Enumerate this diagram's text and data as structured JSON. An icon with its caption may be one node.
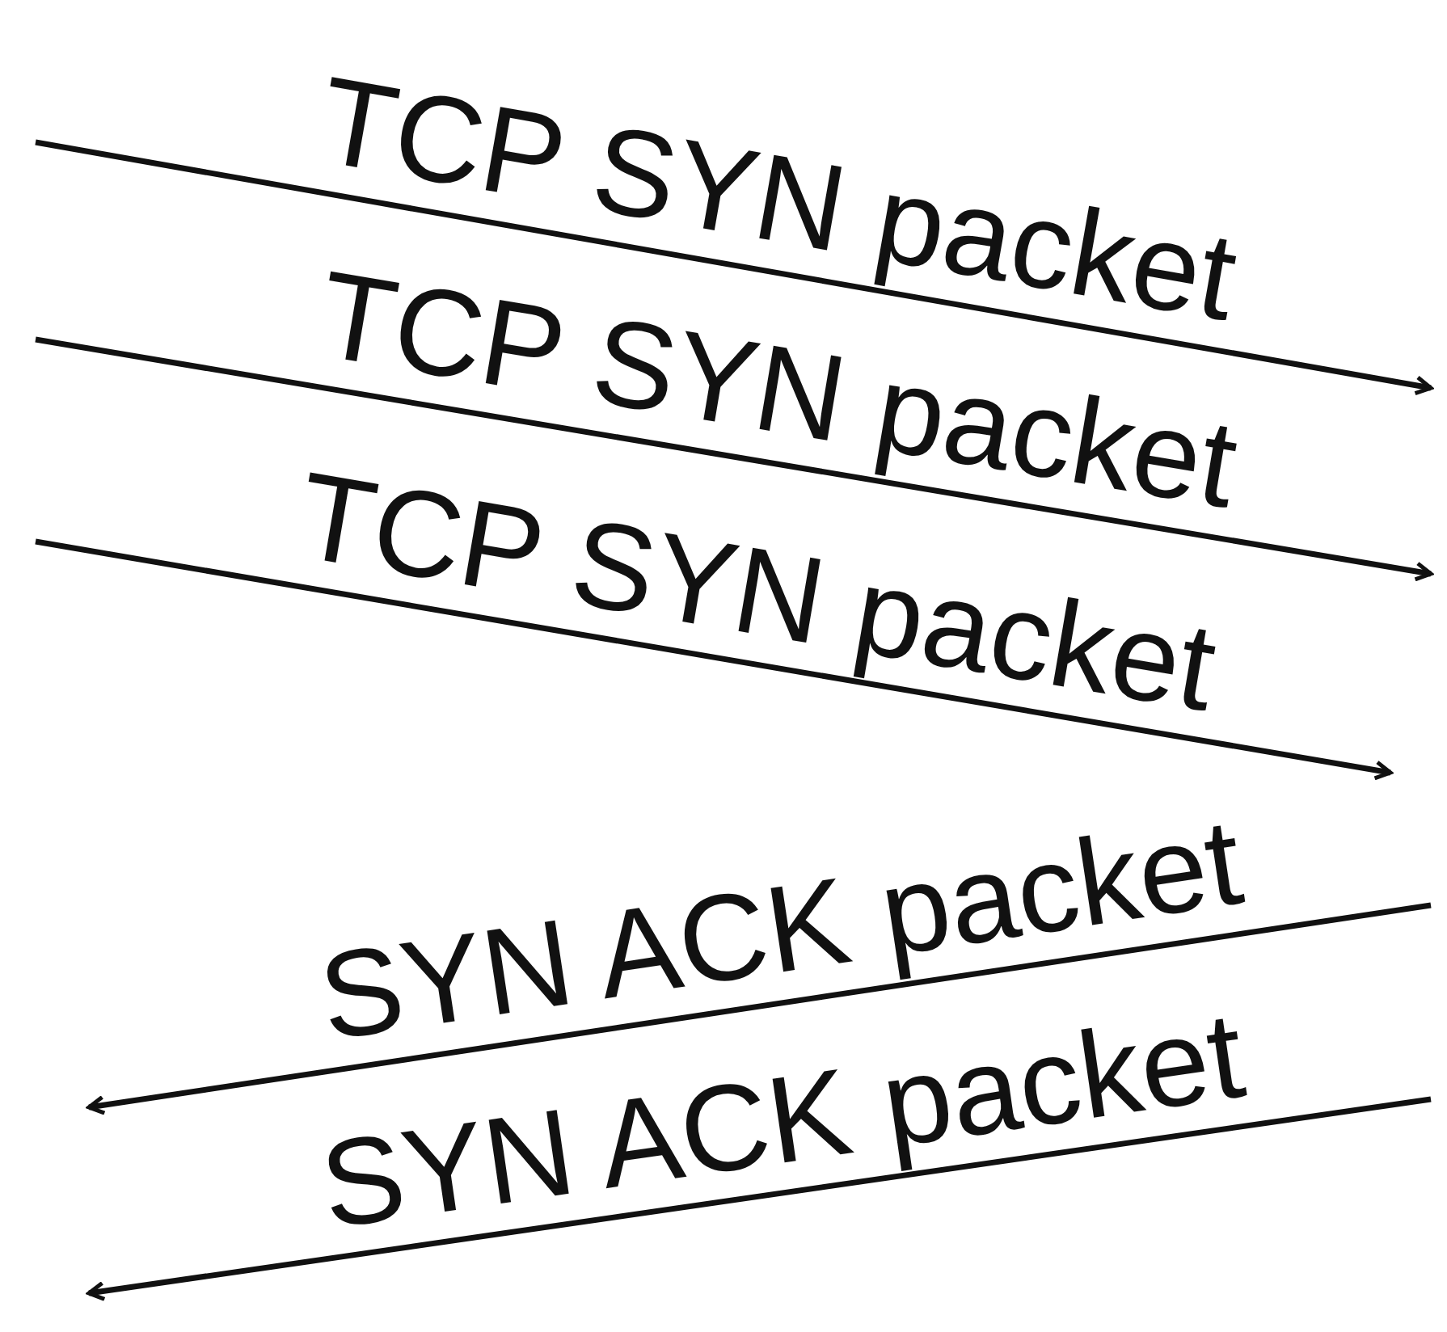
{
  "diagram": {
    "labels": [
      "TCP SYN packet",
      "TCP SYN packet",
      "TCP SYN packet",
      "SYN ACK packet",
      "SYN ACK packet"
    ]
  }
}
